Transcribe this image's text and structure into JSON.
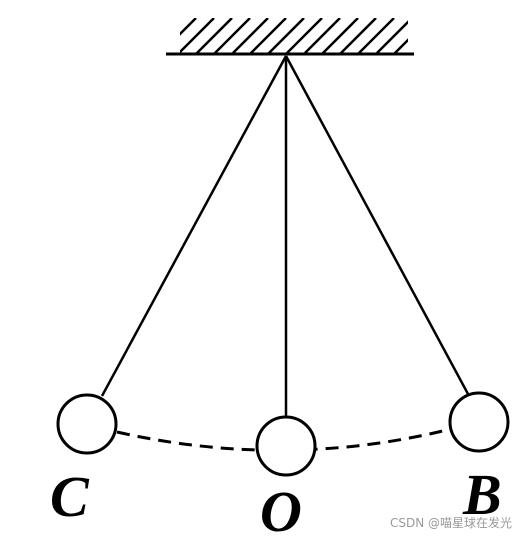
{
  "diagram": {
    "labels": {
      "left": "C",
      "center": "O",
      "right": "B"
    },
    "stroke_color": "#000000",
    "background": "#ffffff"
  },
  "watermark": {
    "text": "CSDN @喵星球在发光"
  }
}
